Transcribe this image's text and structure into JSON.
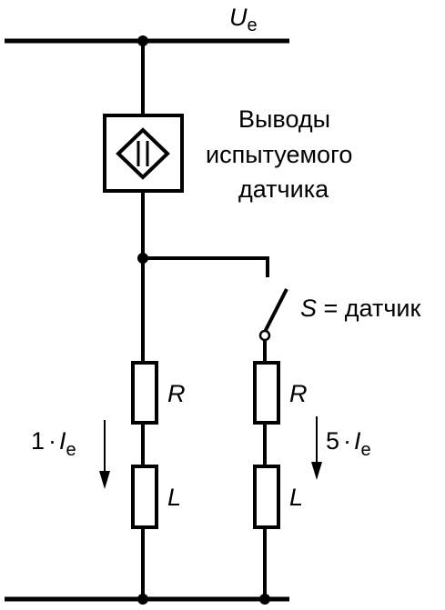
{
  "supply": {
    "symbol": "U",
    "subscript": "e"
  },
  "device": {
    "label_lines": [
      "Выводы",
      "испытуемого",
      "датчика"
    ]
  },
  "switch": {
    "symbol": "S",
    "rest": " = датчик"
  },
  "left_branch": {
    "resistor": "R",
    "inductor": "L",
    "current_multiplier": "1",
    "current_symbol": "I",
    "current_subscript": "e"
  },
  "right_branch": {
    "resistor": "R",
    "inductor": "L",
    "current_multiplier": "5",
    "current_symbol": "I",
    "current_subscript": "e"
  },
  "colors": {
    "line": "#000000",
    "background": "#ffffff"
  }
}
